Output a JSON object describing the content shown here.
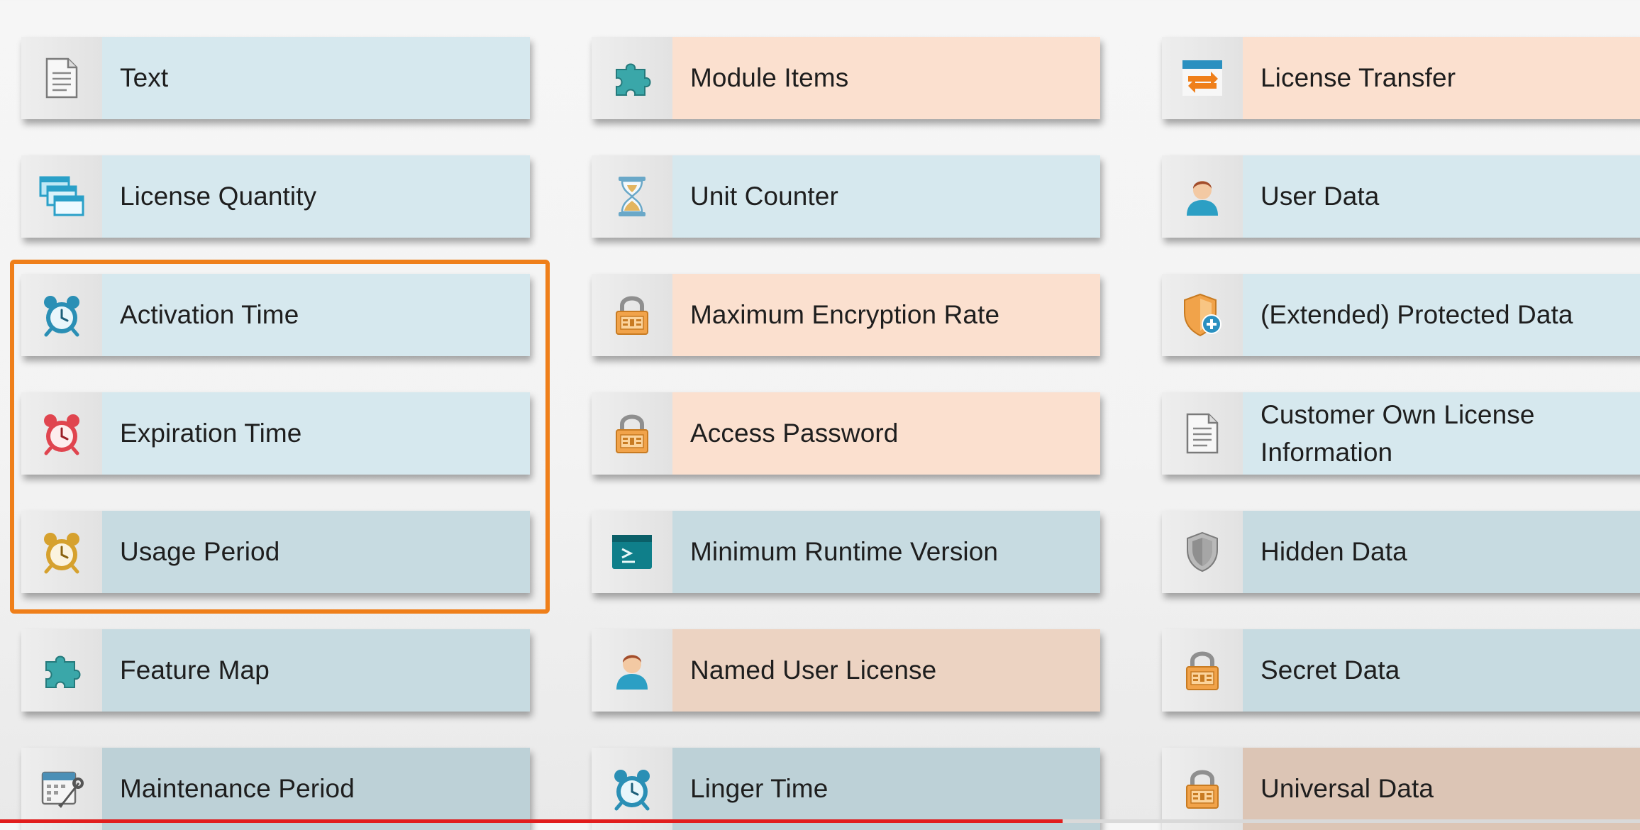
{
  "tiles": [
    {
      "label": "Text",
      "icon": "document-icon",
      "theme": "blue"
    },
    {
      "label": "License Quantity",
      "icon": "stacked-windows-icon",
      "theme": "blue"
    },
    {
      "label": "Activation Time",
      "icon": "alarm-clock-blue-icon",
      "theme": "blue"
    },
    {
      "label": "Expiration Time",
      "icon": "alarm-clock-red-icon",
      "theme": "blue"
    },
    {
      "label": "Usage Period",
      "icon": "alarm-clock-gold-icon",
      "theme": "blue"
    },
    {
      "label": "Feature Map",
      "icon": "puzzle-piece-icon",
      "theme": "blue"
    },
    {
      "label": "Maintenance Period",
      "icon": "calendar-wrench-icon",
      "theme": "blue"
    },
    {
      "label": "Module Items",
      "icon": "puzzle-piece-icon",
      "theme": "orange"
    },
    {
      "label": "Unit Counter",
      "icon": "hourglass-icon",
      "theme": "blue"
    },
    {
      "label": "Maximum Encryption Rate",
      "icon": "padlock-icon",
      "theme": "orange"
    },
    {
      "label": "Access Password",
      "icon": "padlock-icon",
      "theme": "orange"
    },
    {
      "label": "Minimum Runtime Version",
      "icon": "terminal-window-icon",
      "theme": "blue"
    },
    {
      "label": "Named User License",
      "icon": "user-icon",
      "theme": "orange"
    },
    {
      "label": "Linger Time",
      "icon": "alarm-clock-blue-icon",
      "theme": "blue"
    },
    {
      "label": "License Transfer",
      "icon": "transfer-arrows-icon",
      "theme": "orange"
    },
    {
      "label": "User Data",
      "icon": "user-icon",
      "theme": "blue"
    },
    {
      "label": "(Extended) Protected Data",
      "icon": "shield-plus-icon",
      "theme": "blue"
    },
    {
      "label": "Customer Own License\nInformation",
      "icon": "document-icon",
      "theme": "blue"
    },
    {
      "label": "Hidden Data",
      "icon": "shield-gray-icon",
      "theme": "blue"
    },
    {
      "label": "Secret Data",
      "icon": "padlock-icon",
      "theme": "blue"
    },
    {
      "label": "Universal Data",
      "icon": "padlock-icon",
      "theme": "orange"
    }
  ],
  "highlight": {
    "color": "#ef7f1a",
    "selected": [
      "Activation Time",
      "Expiration Time",
      "Usage Period"
    ]
  },
  "video_progress": {
    "played_fraction": 0.648,
    "color": "#e11d1d"
  }
}
